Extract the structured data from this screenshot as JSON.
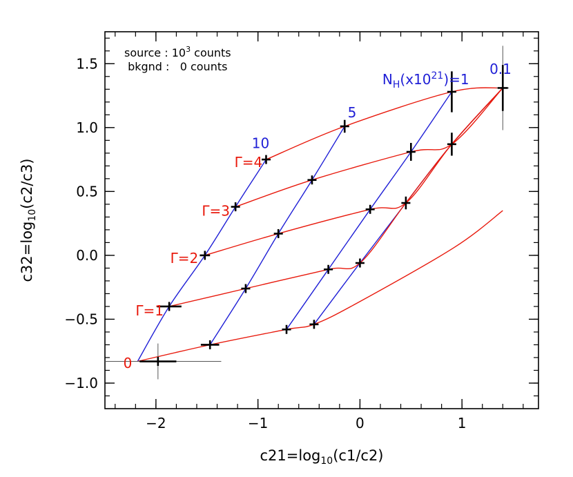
{
  "chart_data": {
    "type": "scatter",
    "title": "",
    "xlabel": {
      "pre": "c21=log",
      "sub": "10",
      "post": "(c1/c2)"
    },
    "ylabel": {
      "pre": "c32=log",
      "sub": "10",
      "post": "(c2/c3)"
    },
    "xlim": [
      -2.5,
      1.75
    ],
    "ylim": [
      -1.2,
      1.75
    ],
    "xticks": [
      {
        "value": -2,
        "label": "−2"
      },
      {
        "value": -1,
        "label": "−1"
      },
      {
        "value": 0,
        "label": "0"
      },
      {
        "value": 1,
        "label": "1"
      }
    ],
    "yticks": [
      {
        "value": -1.0,
        "label": "−1.0"
      },
      {
        "value": -0.5,
        "label": "−0.5"
      },
      {
        "value": 0.0,
        "label": "0.0"
      },
      {
        "value": 0.5,
        "label": "0.5"
      },
      {
        "value": 1.0,
        "label": "1.0"
      },
      {
        "value": 1.5,
        "label": "1.5"
      }
    ],
    "grid": false,
    "colors": {
      "gamma_curves": "#e8190c",
      "nh_lines": "#1f1fd6",
      "markers": "#000000",
      "error_bars": "#555555"
    },
    "info_text": [
      {
        "pre": "source : 10",
        "sup": "3",
        "post": " counts"
      },
      {
        "pre": " bkgnd :   0 counts",
        "sup": "",
        "post": ""
      }
    ],
    "gamma_curves": [
      {
        "label": "0",
        "x": [
          -2.18,
          -1.47,
          -0.72,
          -0.45,
          -0.02,
          0.92,
          1.4
        ],
        "y": [
          -0.83,
          -0.7,
          -0.58,
          -0.54,
          -0.37,
          0.06,
          0.35
        ]
      },
      {
        "label": "Γ=1",
        "x": [
          -1.87,
          -1.12,
          -0.31,
          0.0,
          0.45,
          0.9,
          1.4
        ],
        "y": [
          -0.4,
          -0.26,
          -0.11,
          -0.06,
          0.41,
          0.87,
          1.31
        ]
      },
      {
        "label": "Γ=2",
        "x": [
          -1.52,
          -0.8,
          0.1,
          0.45,
          0.9,
          1.4
        ],
        "y": [
          0.0,
          0.17,
          0.36,
          0.41,
          0.87,
          1.31
        ]
      },
      {
        "label": "Γ=3",
        "x": [
          -1.22,
          -0.47,
          0.5,
          0.9,
          1.4
        ],
        "y": [
          0.38,
          0.59,
          0.81,
          0.87,
          1.31
        ]
      },
      {
        "label": "Γ=4",
        "x": [
          -0.92,
          -0.15,
          0.9,
          1.4
        ],
        "y": [
          0.75,
          1.01,
          1.28,
          1.31
        ]
      }
    ],
    "nh_lines": [
      {
        "label": "10",
        "x": [
          -2.18,
          -1.87,
          -1.52,
          -1.22,
          -0.92
        ],
        "y": [
          -0.83,
          -0.4,
          0.0,
          0.38,
          0.75
        ]
      },
      {
        "label": "5",
        "x": [
          -1.47,
          -1.12,
          -0.8,
          -0.47,
          -0.15
        ],
        "y": [
          -0.7,
          -0.26,
          0.17,
          0.59,
          1.01
        ]
      },
      {
        "label": "N_H(x10^21)=1",
        "x": [
          -0.72,
          -0.31,
          0.1,
          0.5,
          0.9
        ],
        "y": [
          -0.58,
          -0.11,
          0.36,
          0.81,
          1.28
        ]
      },
      {
        "label": "0.1",
        "x": [
          -0.45,
          0.0,
          0.45,
          0.9,
          1.4
        ],
        "y": [
          -0.54,
          -0.06,
          0.41,
          0.87,
          1.31
        ]
      }
    ],
    "points": [
      {
        "x": -1.98,
        "y": -0.83,
        "ex": 0.18,
        "ey": 0.03,
        "ex_outer": 0.62,
        "ey_outer": 0.14
      },
      {
        "x": -1.87,
        "y": -0.4,
        "ex": 0.12,
        "ey": 0.01
      },
      {
        "x": -1.47,
        "y": -0.7,
        "ex": 0.09,
        "ey": 0.02
      },
      {
        "x": -1.52,
        "y": 0.0,
        "ex": 0.05,
        "ey": 0.02
      },
      {
        "x": -1.12,
        "y": -0.26,
        "ex": 0.04,
        "ey": 0.02
      },
      {
        "x": -1.22,
        "y": 0.38,
        "ex": 0.04,
        "ey": 0.02
      },
      {
        "x": -0.92,
        "y": 0.75,
        "ex": 0.03,
        "ey": 0.02
      },
      {
        "x": -0.8,
        "y": 0.17,
        "ex": 0.03,
        "ey": 0.02
      },
      {
        "x": -0.72,
        "y": -0.58,
        "ex": 0.04,
        "ey": 0.03
      },
      {
        "x": -0.47,
        "y": 0.59,
        "ex": 0.02,
        "ey": 0.03
      },
      {
        "x": -0.45,
        "y": -0.54,
        "ex": 0.03,
        "ey": 0.03
      },
      {
        "x": -0.31,
        "y": -0.11,
        "ex": 0.02,
        "ey": 0.03
      },
      {
        "x": -0.15,
        "y": 1.01,
        "ex": 0.02,
        "ey": 0.05
      },
      {
        "x": 0.0,
        "y": -0.06,
        "ex": 0.02,
        "ey": 0.03
      },
      {
        "x": 0.1,
        "y": 0.36,
        "ex": 0.02,
        "ey": 0.03
      },
      {
        "x": 0.45,
        "y": 0.41,
        "ex": 0.02,
        "ey": 0.05
      },
      {
        "x": 0.5,
        "y": 0.81,
        "ex": 0.02,
        "ey": 0.07
      },
      {
        "x": 0.9,
        "y": 0.87,
        "ex": 0.02,
        "ey": 0.09
      },
      {
        "x": 0.9,
        "y": 1.28,
        "ex": 0.02,
        "ey": 0.16
      },
      {
        "x": 1.4,
        "y": 1.31,
        "ex": 0.05,
        "ey": 0.18,
        "ex_outer": 0.06,
        "ey_outer": 0.33
      }
    ],
    "gamma_labels": [
      {
        "text": "0",
        "x": -2.32,
        "y": -0.88
      },
      {
        "text": "Γ=1",
        "x": -2.2,
        "y": -0.47
      },
      {
        "text": "Γ=2",
        "x": -1.86,
        "y": -0.06
      },
      {
        "text": "Γ=3",
        "x": -1.55,
        "y": 0.31
      },
      {
        "text": "Γ=4",
        "x": -1.23,
        "y": 0.69
      }
    ],
    "nh_labels": [
      {
        "text": "10",
        "x": -1.06,
        "y": 0.84
      },
      {
        "text": "5",
        "x": -0.12,
        "y": 1.08
      },
      {
        "pre": "N",
        "sub": "H",
        "mid": "(x10",
        "sup": "21",
        "post": ")=1",
        "x": 0.22,
        "y": 1.34
      },
      {
        "text": "0.1",
        "x": 1.27,
        "y": 1.42
      }
    ]
  }
}
